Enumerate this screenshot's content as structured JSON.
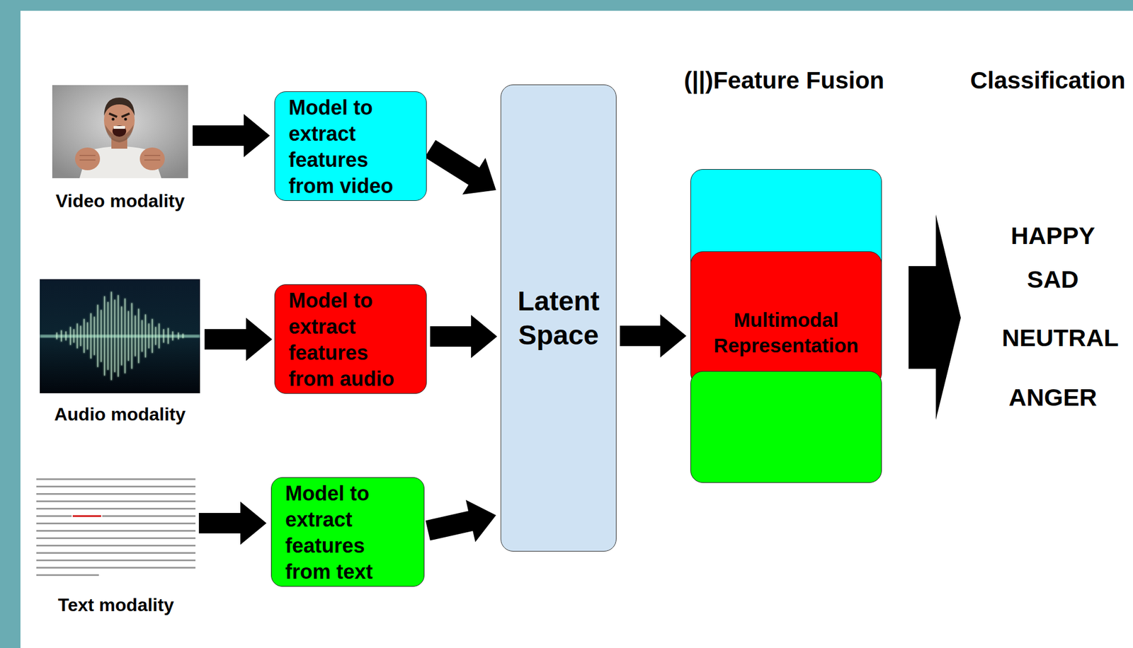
{
  "diagram": {
    "nodes": [
      {
        "text": [
          "Video modality"
        ]
      },
      {
        "text": [
          "Model to extract features from video"
        ]
      },
      {
        "text": [
          "Audio modality"
        ]
      },
      {
        "text": [
          "Model to extract features from audio"
        ]
      },
      {
        "text": [
          "Text modality"
        ]
      },
      {
        "text": [
          "Model to extract features from text"
        ]
      },
      {
        "text": [
          "Latent Space"
        ]
      },
      {
        "text": [
          "Multimodal Representation"
        ]
      }
    ],
    "edges": [
      {
        "from": 0,
        "to": 1,
        "arrow": "to"
      },
      {
        "from": 2,
        "to": 3,
        "arrow": "to"
      },
      {
        "from": 4,
        "to": 5,
        "arrow": "to"
      },
      {
        "from": 1,
        "to": 6,
        "arrow": "to"
      },
      {
        "from": 3,
        "to": 6,
        "arrow": "to"
      },
      {
        "from": 5,
        "to": 6,
        "arrow": "to"
      },
      {
        "from": 6,
        "to": 7,
        "arrow": "to"
      }
    ],
    "labels": [
      "(||)Feature Fusion",
      "Classification",
      "HAPPY",
      "SAD",
      "NEUTRAL",
      "ANGER"
    ]
  }
}
